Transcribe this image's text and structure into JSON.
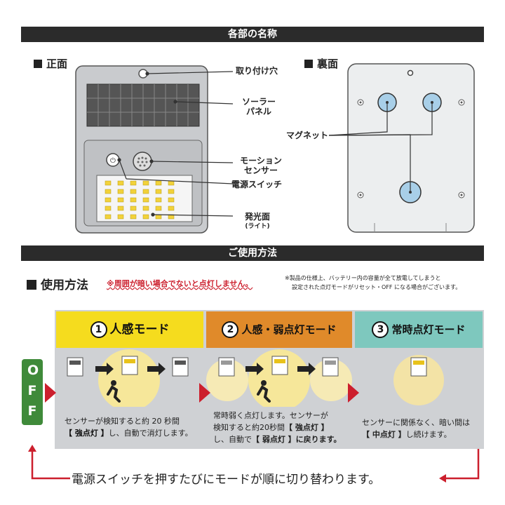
{
  "header": {
    "title": "各部の名称"
  },
  "front": {
    "title": "正面"
  },
  "back": {
    "title": "裏面"
  },
  "parts": {
    "mount_hole": "取り付け穴",
    "solar_1": "ソーラー",
    "solar_2": "パネル",
    "motion_1": "モーション",
    "motion_2": "センサー",
    "power_switch": "電源スイッチ",
    "light_face": "発光面",
    "light_sub": "(ライト)",
    "magnet": "マグネット"
  },
  "usage_bar": {
    "title": "ご使用方法"
  },
  "usage": {
    "title": "使用方法",
    "warning": "※周囲が暗い場合でないと点灯しません。",
    "note_1": "※製品の仕様上、バッテリー内の容量が全て放電してしまうと",
    "note_2": "設定された点灯モードがリセット・OFF になる場合がございます。"
  },
  "off_label": "OFF",
  "modes": [
    {
      "num": "1",
      "title": "人感モード",
      "color": "#f5dc1e",
      "line1": "センサーが検知すると約 20 秒間",
      "line2a": "【 強点灯 】",
      "line2b": "し、自動で消灯します。",
      "line3a": "",
      "line3b": ""
    },
    {
      "num": "2",
      "title": "人感・弱点灯モード",
      "color": "#e08a2a",
      "line1": "常時弱く点灯します。センサーが",
      "line2a": "検知すると約20秒間",
      "line2b": "【 強点灯 】",
      "line3a": "し、自動で",
      "line3b": "【 弱点灯 】に戻ります。"
    },
    {
      "num": "3",
      "title": "常時点灯モード",
      "color": "#7ec8be",
      "line1": "センサーに関係なく、暗い間は",
      "line2a": "【 中点灯 】",
      "line2b": "し続けます。",
      "line3a": "",
      "line3b": ""
    }
  ],
  "footer": {
    "text": "電源スイッチを押すたびにモードが順に切り替わります。"
  },
  "colors": {
    "dark_bar": "#2b2b2b",
    "accent_red": "#cc1f2d",
    "off_green": "#3f8a3a",
    "panel_gray": "#cfd1d4"
  }
}
